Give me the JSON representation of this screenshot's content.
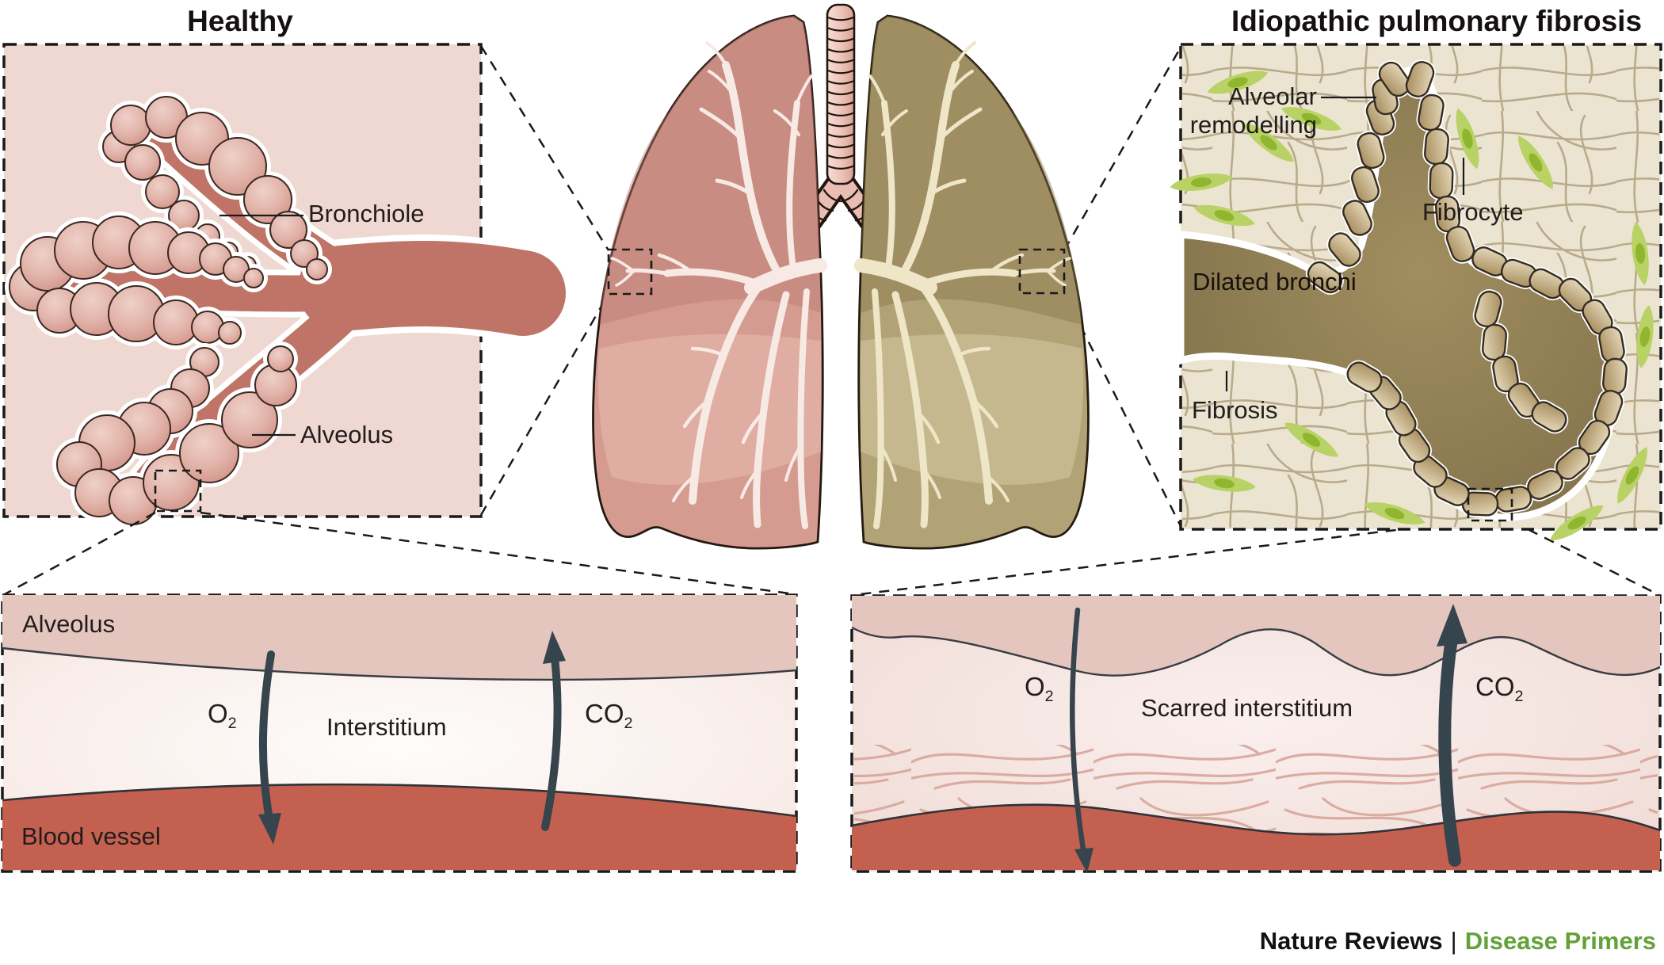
{
  "figure_title": "Healthy lung versus idiopathic pulmonary fibrosis diagram",
  "panels": {
    "healthy": {
      "title": "Healthy",
      "labels": {
        "bronchiole": "Bronchiole",
        "alveolus": "Alveolus"
      }
    },
    "ipf": {
      "title": "Idiopathic pulmonary fibrosis",
      "labels": {
        "alveolar_remodelling_line1": "Alveolar",
        "alveolar_remodelling_line2": "remodelling",
        "fibrocyte": "Fibrocyte",
        "dilated_bronchi": "Dilated bronchi",
        "fibrosis": "Fibrosis"
      }
    },
    "healthy_exchange": {
      "labels": {
        "alveolus": "Alveolus",
        "o2_main": "O",
        "o2_sub": "2",
        "interstitium": "Interstitium",
        "co2_main": "CO",
        "co2_sub": "2",
        "blood_vessel": "Blood vessel"
      }
    },
    "fibrotic_exchange": {
      "labels": {
        "o2_main": "O",
        "o2_sub": "2",
        "scarred_interstitium": "Scarred interstitium",
        "co2_main": "CO",
        "co2_sub": "2"
      }
    }
  },
  "footer": {
    "journal": "Nature Reviews",
    "separator": "|",
    "series": "Disease Primers"
  },
  "colors": {
    "healthy_panel_bg": "#efd8d1",
    "bronchiole_duct": "#bf7467",
    "alveolus_ball": "#dba69b",
    "healthy_lung": "#d59b91",
    "fibrotic_lung": "#b2a377",
    "trachea": "#edc5ba",
    "ipf_panel_bg": "#eae4d0",
    "fibrosis_hatch": "#b5a485",
    "dilated_bronchi": "#8d7c51",
    "remodelled_blob": "#cdb88e",
    "fibrocyte_green": "#b8d266",
    "fibrocyte_nucleus": "#90b62f",
    "exchange_alveolus_band": "#e4c6bf",
    "blood_vessel": "#c4604f",
    "scar_strokes": "#d9a99e",
    "gas_arrow": "#36444d",
    "brand_green": "#63a139",
    "line_black": "#1a1a1a"
  }
}
